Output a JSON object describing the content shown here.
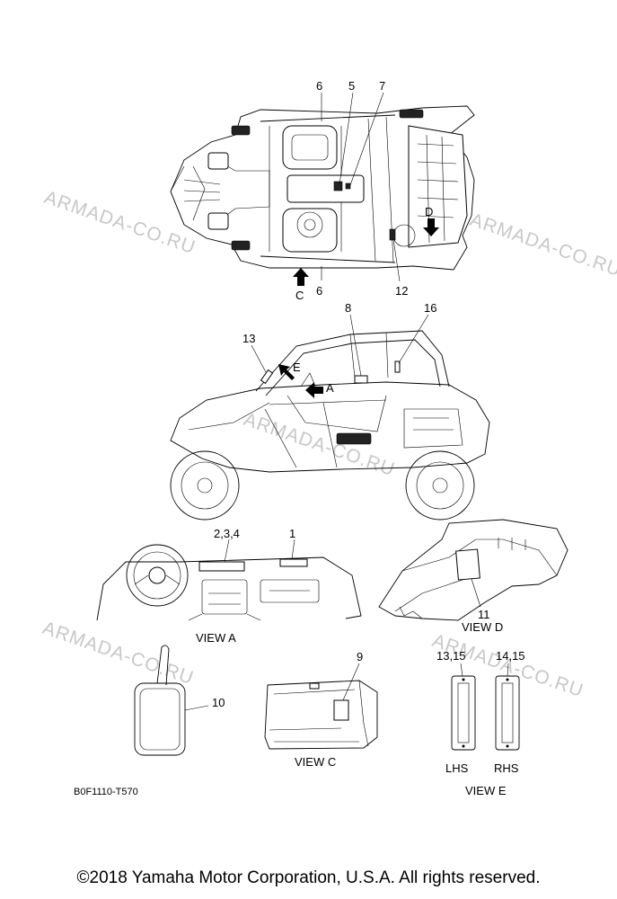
{
  "watermark": "ARMADA-CO.RU",
  "callouts": {
    "c6_top": "6",
    "c5": "5",
    "c7": "7",
    "cD": "D",
    "c6_bot": "6",
    "cC": "C",
    "c12": "12",
    "c8": "8",
    "c16": "16",
    "c13": "13",
    "cE": "E",
    "cA": "A",
    "c234": "2,3,4",
    "c1": "1",
    "c11": "11",
    "c9": "9",
    "c10": "10",
    "c1315": "13,15",
    "c1415": "14,15"
  },
  "views": {
    "a": "VIEW A",
    "b_d": "VIEW D",
    "c": "VIEW C",
    "e": "VIEW E",
    "lhs": "LHS",
    "rhs": "RHS"
  },
  "part_code": "B0F1110-T570",
  "copyright": "©2018 Yamaha Motor Corporation, U.S.A. All rights reserved.",
  "colors": {
    "line": "#000000",
    "watermark": "#c8c8c8",
    "background": "#ffffff"
  }
}
